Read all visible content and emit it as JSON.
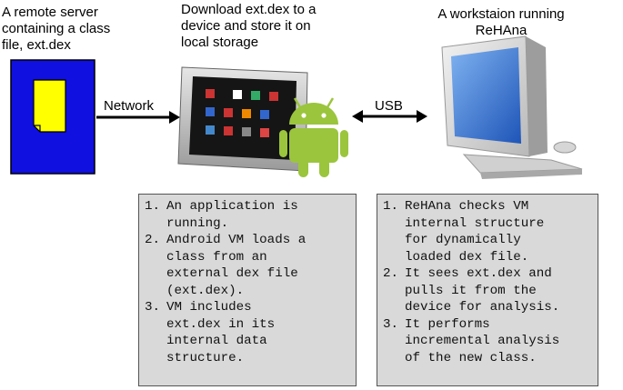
{
  "server": {
    "caption": "A remote server\ncontaining a class\nfile, ext.dex"
  },
  "network": {
    "label": "Network"
  },
  "device": {
    "caption": "Download ext.dex to a\ndevice and store it on\nlocal storage"
  },
  "usb": {
    "label": "USB"
  },
  "workstation": {
    "caption": "A workstaion running\nReHAna"
  },
  "device_steps": [
    "An application is\nrunning.",
    "Android VM loads a\nclass from an\nexternal dex file\n(ext.dex).",
    "VM includes\next.dex in its\ninternal data\nstructure."
  ],
  "rehana_steps": [
    "ReHAna checks VM\ninternal structure\nfor dynamically\nloaded dex file.",
    "It sees ext.dex and\npulls it from the\ndevice for analysis.",
    "It performs\nincremental analysis\nof the new class."
  ],
  "colors": {
    "server": "#1010e0",
    "file": "#ffff00",
    "android": "#9bc53d",
    "box": "#d9d9d9"
  }
}
